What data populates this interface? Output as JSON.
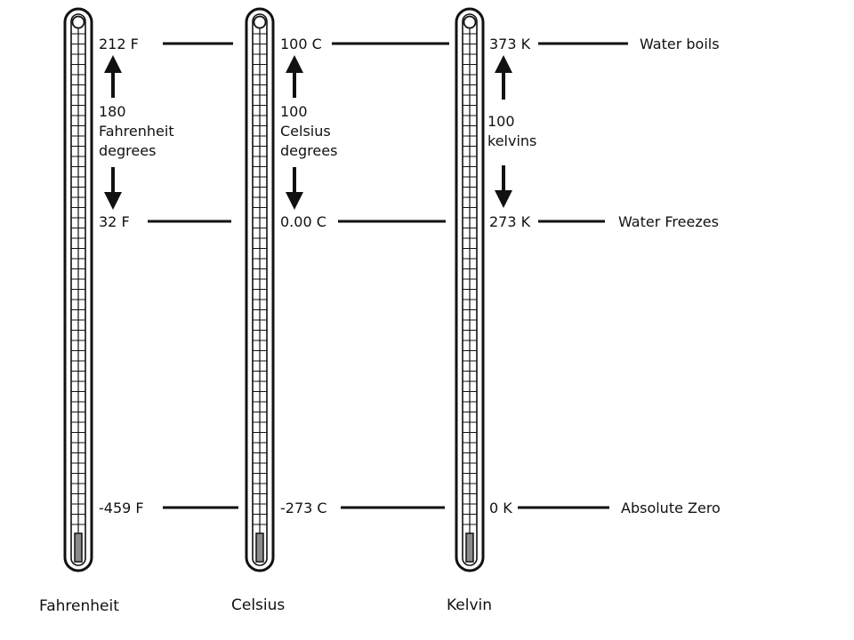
{
  "scales": [
    {
      "id": "fahrenheit",
      "name": "Fahrenheit",
      "boiling_label": "212 F",
      "freezing_label": "32 F",
      "absolute_zero_label": "-459 F",
      "interval_lines": [
        "180",
        "Fahrenheit",
        "degrees"
      ]
    },
    {
      "id": "celsius",
      "name": "Celsius",
      "boiling_label": "100 C",
      "freezing_label": "0.00 C",
      "absolute_zero_label": "-273 C",
      "interval_lines": [
        "100",
        "Celsius",
        "degrees"
      ]
    },
    {
      "id": "kelvin",
      "name": "Kelvin",
      "boiling_label": "373 K",
      "freezing_label": "273 K",
      "absolute_zero_label": "0 K",
      "interval_lines": [
        "100",
        "kelvins"
      ]
    }
  ],
  "reference_points": {
    "boiling": "Water boils",
    "freezing": "Water Freezes",
    "absolute_zero": "Absolute Zero"
  },
  "colors": {
    "ink": "#111111",
    "background": "#ffffff",
    "mercury": "#8a8a8a"
  }
}
